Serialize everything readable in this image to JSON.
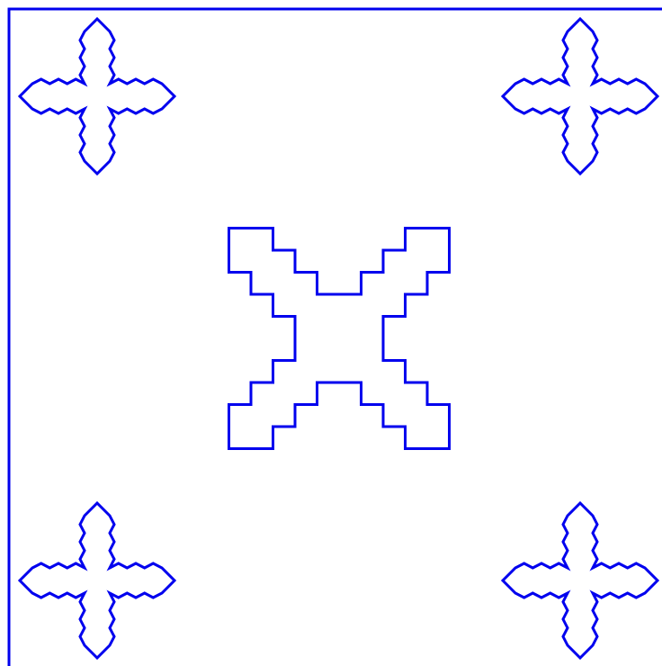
{
  "drawing": {
    "stroke_color": "#0000ee",
    "background_color": "#ffffff",
    "border": {
      "sides": [
        "top",
        "left"
      ]
    },
    "central_shape": {
      "kind": "stepped-x-outline"
    },
    "corner_shapes": [
      {
        "kind": "zigzag-cross-outline",
        "placement": "top-left"
      },
      {
        "kind": "zigzag-cross-outline",
        "placement": "top-right"
      },
      {
        "kind": "zigzag-cross-outline",
        "placement": "bottom-left"
      },
      {
        "kind": "zigzag-cross-outline",
        "placement": "bottom-right"
      }
    ]
  }
}
